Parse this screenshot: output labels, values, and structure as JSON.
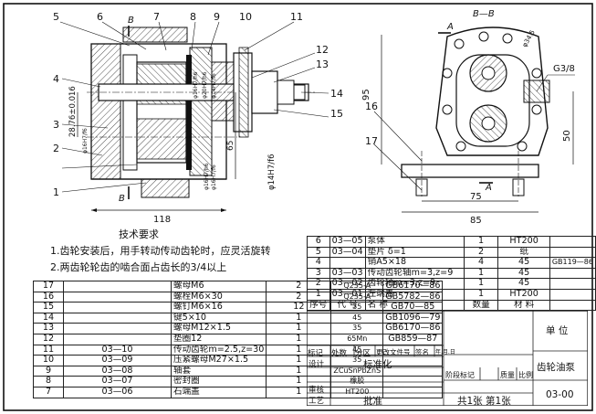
{
  "callouts": [
    "1",
    "2",
    "3",
    "4",
    "5",
    "6",
    "7",
    "8",
    "9",
    "10",
    "11",
    "12",
    "13",
    "14",
    "15",
    "16",
    "17"
  ],
  "section_marks": {
    "b_top": "B",
    "b_bottom": "B",
    "section_title": "B—B",
    "a_top": "A",
    "a_bottom": "A"
  },
  "dims": {
    "d118": "118",
    "d65": "65",
    "d28": "28.76±0.016",
    "fit_h7f6": "φ16H7/f6",
    "fit_h7h6": "φ16H7/h6",
    "fit_20": "φ20H7/h6",
    "fit_14f": "φ14H7/f6",
    "fit_14": "φ14H7/f6",
    "fit_16": "φ16H7/h6",
    "fit_16b": "φ16H7/f6",
    "d95": "95",
    "d50": "50",
    "d75": "75",
    "d85": "85",
    "thread": "G3/8",
    "d345": "φ34.5"
  },
  "notes": {
    "heading": "技术要求",
    "line1": "1.齿轮安装后，用手转动传动齿轮时，应灵活旋转",
    "line2": "2.两齿轮轮齿的啮合面占齿长的3/4以上"
  },
  "bom_left": [
    [
      "17",
      "",
      "螺母M6",
      "2",
      "Q235-A",
      "GB6170—86"
    ],
    [
      "16",
      "",
      "螺栓M6×30",
      "2",
      "Q235-A",
      "GB5782—86"
    ],
    [
      "15",
      "",
      "螺钉M6×16",
      "12",
      "35",
      "GB70—85"
    ],
    [
      "14",
      "",
      "键5×10",
      "1",
      "45",
      "GB1096—79"
    ],
    [
      "13",
      "",
      "螺母M12×1.5",
      "1",
      "35",
      "GB6170—86"
    ],
    [
      "12",
      "",
      "垫圈12",
      "1",
      "65Mn",
      "GB859—87"
    ],
    [
      "11",
      "03—10",
      "传动齿轮m=2.5,z=30",
      "1",
      "45",
      ""
    ],
    [
      "10",
      "03—09",
      "压紧螺母M27×1.5",
      "1",
      "35",
      ""
    ],
    [
      "9",
      "03—08",
      "轴套",
      "1",
      "ZCuSnPbZnS",
      ""
    ],
    [
      "8",
      "03—07",
      "密封圈",
      "1",
      "橡胶",
      ""
    ],
    [
      "7",
      "03—06",
      "石端盖",
      "1",
      "HT200",
      ""
    ]
  ],
  "bom_right": [
    [
      "6",
      "03—05",
      "泵体",
      "1",
      "HT200",
      ""
    ],
    [
      "5",
      "03—04",
      "垫片 δ=1",
      "2",
      "纸",
      ""
    ],
    [
      "4",
      "",
      "销A5×18",
      "4",
      "45",
      "GB119—86"
    ],
    [
      "3",
      "03—03",
      "传动齿轮轴m=3,z=9",
      "1",
      "45",
      ""
    ],
    [
      "2",
      "03—02",
      "齿轮轴m=3,z=9",
      "1",
      "45",
      ""
    ],
    [
      "1",
      "03—01",
      "左端盖",
      "1",
      "HT200",
      ""
    ],
    [
      "序号",
      "代 号",
      "名  称",
      "数量",
      "材  料",
      ""
    ]
  ],
  "title_block": {
    "unit": "单 位",
    "name": "齿轮油泵",
    "drawing_no": "03-00",
    "marks": "标记",
    "count": "处数",
    "zone": "分区",
    "change": "更改文件号",
    "sign": "签名",
    "date": "年.月.日",
    "design": "设计",
    "standard": "标准化",
    "review": "审核",
    "process": "工艺",
    "approve": "批准",
    "stage": "阶段标记",
    "weight": "质量",
    "scale": "比例",
    "sheets": "共1张 第1张"
  }
}
